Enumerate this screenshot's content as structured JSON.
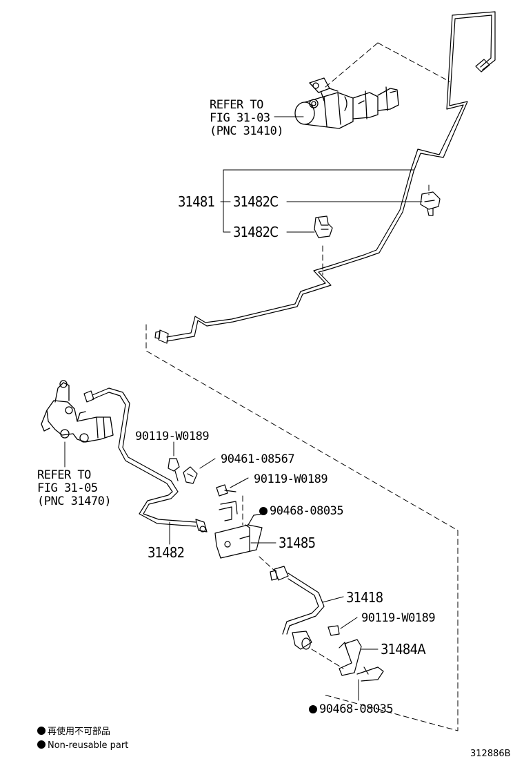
{
  "refs": {
    "top": {
      "line1": "REFER TO",
      "line2": "FIG 31-03",
      "line3": "(PNC 31410)"
    },
    "left": {
      "line1": "REFER TO",
      "line2": "FIG 31-05",
      "line3": "(PNC 31470)"
    }
  },
  "parts": {
    "p31481": "31481",
    "p31482c_a": "31482C",
    "p31482c_b": "31482C",
    "p90119_a": "90119-W0189",
    "p90461": "90461-08567",
    "p90119_b": "90119-W0189",
    "p90468_a": "90468-08035",
    "p31482": "31482",
    "p31485": "31485",
    "p31418": "31418",
    "p90119_c": "90119-W0189",
    "p31484a": "31484A",
    "p90468_b": "90468-08035"
  },
  "legend": {
    "jp": "再使用不可部品",
    "en": "Non-reusable part"
  },
  "figure_code": "312886B"
}
